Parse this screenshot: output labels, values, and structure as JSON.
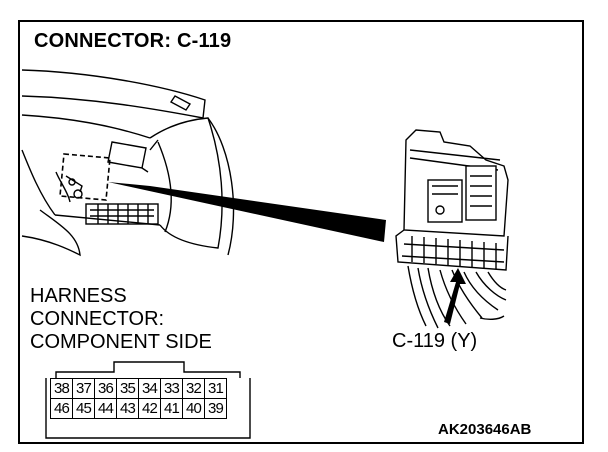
{
  "title": "CONNECTOR: C-119",
  "caption_lines": [
    "HARNESS",
    "CONNECTOR:",
    "COMPONENT SIDE"
  ],
  "connector_label": "C-119 (Y)",
  "figure_code": "AK203646AB",
  "pins": {
    "top_row": [
      "38",
      "37",
      "36",
      "35",
      "34",
      "33",
      "32",
      "31"
    ],
    "bottom_row": [
      "46",
      "45",
      "44",
      "43",
      "42",
      "41",
      "40",
      "39"
    ]
  }
}
